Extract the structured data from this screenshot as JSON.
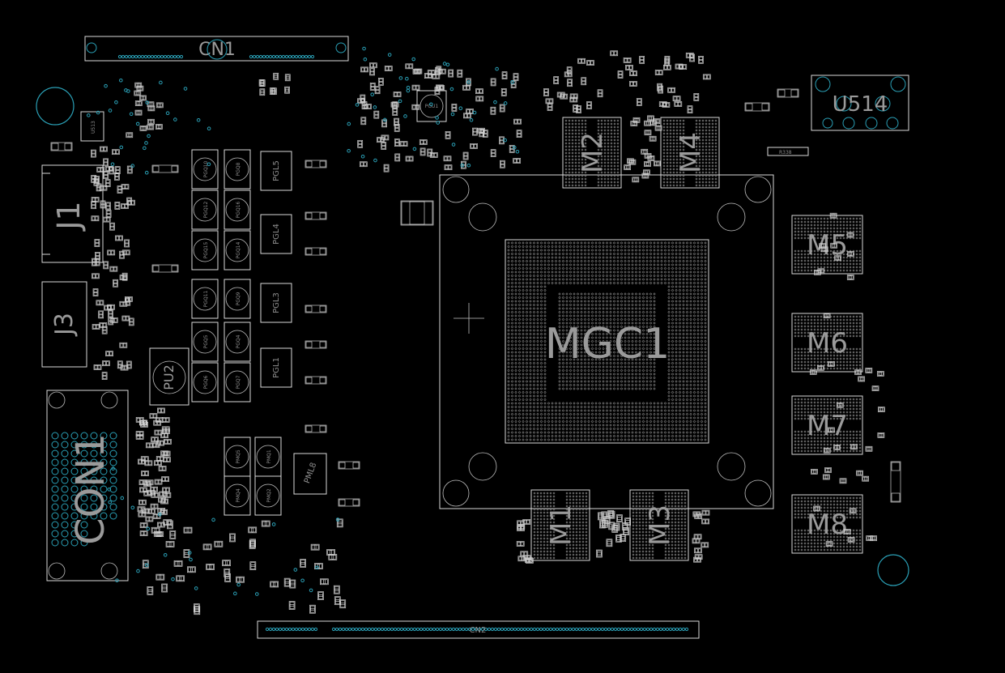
{
  "colors": {
    "background": "#000000",
    "outline": "#d9d9d9",
    "via": "#2a9fb5",
    "label": "#9a9a9a"
  },
  "labels": {
    "cn1": "CN1",
    "cn2": "CN2",
    "u514": "U514",
    "j1": "J1",
    "j3": "J3",
    "con1": "CON1",
    "mgc1": "MGC1",
    "m1": "M1",
    "m2": "M2",
    "m3": "M3",
    "m4": "M4",
    "m5": "M5",
    "m6": "M6",
    "m7": "M7",
    "m8": "M8",
    "pu2": "PU2",
    "pgu1": "PGU1",
    "u513": "U513",
    "pml8": "PML8",
    "pgl1": "PGL1",
    "pgl3": "PGL3",
    "pgl4": "PGL4",
    "pgl5": "PGL5",
    "pgq8": "PGQ8",
    "pgq9": "PGQ9",
    "pgq10": "PGQ10",
    "pgq11": "PGQ11",
    "pgq12": "PGQ12",
    "pgq14": "PGQ14",
    "pgq15": "PGQ15",
    "pgq16": "PGQ16",
    "pgq4": "PGQ4",
    "pgq5": "PGQ5",
    "pgq6": "PGQ6",
    "pgq7": "PGQ7",
    "pmq1": "PMQ1",
    "pmq2": "PMQ2",
    "pmq4": "PMQ4",
    "pmq5": "PMQ5",
    "r338": "R338"
  }
}
